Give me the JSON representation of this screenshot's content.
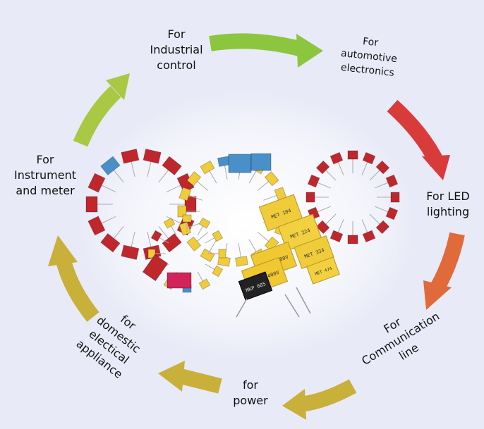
{
  "labels": {
    "industrial": "For\nIndustrial\ncontrol",
    "automotive": "For\nautomotive\nelectronics",
    "led": "For LED\nlighting",
    "communication": "For\nCommunication\nline",
    "power": "for\npower",
    "domestic": "for\ndomestic\nelectical\nappliance",
    "instrument": "For\nInstrument\nand meter"
  },
  "capacitor_labels": {
    "c1": "MET 104",
    "c2": "MET 224",
    "c3": "MET 334",
    "c4": "MET 474",
    "c5": "4.7uF 400V",
    "c6": "4.7uF 400V",
    "c7": "MKP 685"
  },
  "colors": {
    "background": "#e8eaf7",
    "arrow_green": "#8cc63f",
    "arrow_red": "#d93a3a",
    "arrow_orange": "#e06a3a",
    "arrow_olive": "#c8b03a",
    "cap_red": "#c0272d",
    "cap_yellow": "#f0cc3a",
    "cap_blue": "#4a90c8",
    "cap_black": "#222222"
  },
  "icons": {
    "arrow": "curved-arrow-icon",
    "capacitor": "capacitor-icon"
  }
}
